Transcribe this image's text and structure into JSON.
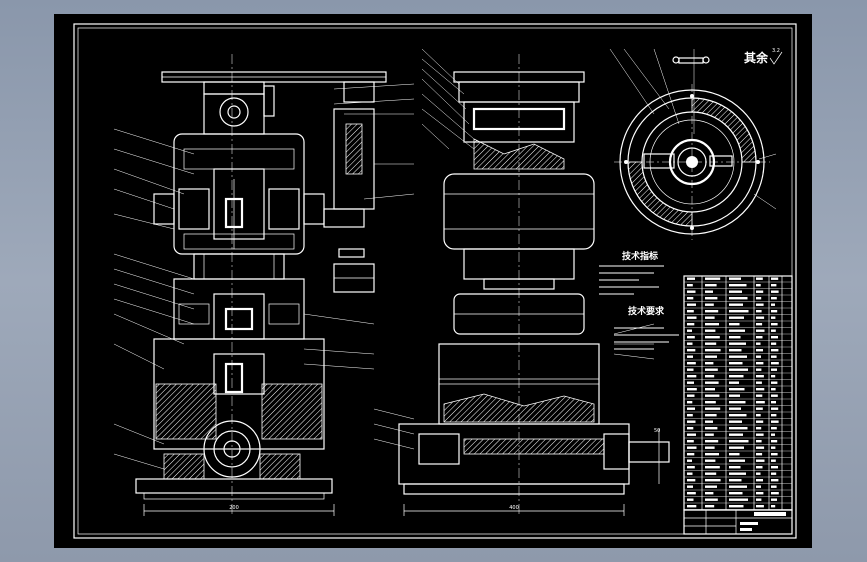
{
  "drawing": {
    "roughness_note": "其余",
    "roughness_value": "3.2",
    "technical_specs_title": "技术指标",
    "technical_requirements_title": "技术要求",
    "dimension_bottom_left": "200",
    "dimension_bottom_right": "400",
    "dimension_side": "50"
  },
  "colors": {
    "background": "#98a3b6",
    "sheet": "#000000",
    "lines": "#ffffff"
  }
}
